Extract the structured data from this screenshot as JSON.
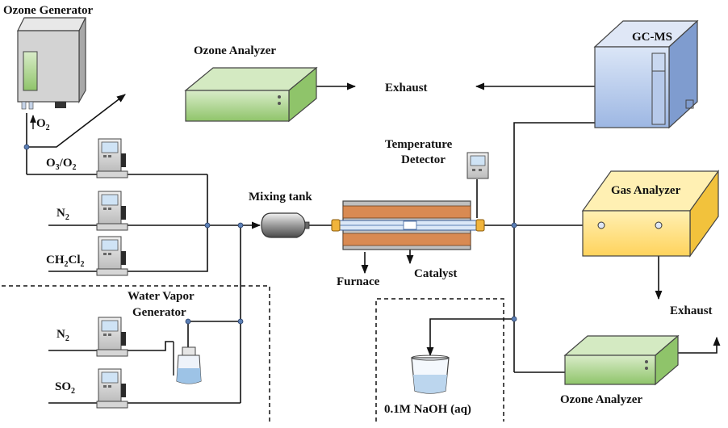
{
  "labels": {
    "ozone_generator": "Ozone Generator",
    "o2": "O",
    "o2_sub": "2",
    "ozone_analyzer_top": "Ozone Analyzer",
    "exhaust_top": "Exhaust",
    "gcms": "GC-MS",
    "o3o2_a": "O",
    "o3o2_sub1": "3",
    "o3o2_b": "/O",
    "o3o2_sub2": "2",
    "temp_detector_line1": "Temperature",
    "temp_detector_line2": "Detector",
    "n2_top": "N",
    "n2_top_sub": "2",
    "mixing_tank": "Mixing tank",
    "gas_analyzer": "Gas Analyzer",
    "ch2cl2_a": "CH",
    "ch2cl2_sub1": "2",
    "ch2cl2_b": "Cl",
    "ch2cl2_sub2": "2",
    "catalyst": "Catalyst",
    "furnace": "Furnace",
    "water_vapor_line1": "Water Vapor",
    "water_vapor_line2": "Generator",
    "exhaust_right": "Exhaust",
    "n2_bottom": "N",
    "n2_bottom_sub": "2",
    "so2": "SO",
    "so2_sub": "2",
    "naoh": "0.1M NaOH (aq)",
    "ozone_analyzer_bottom": "Ozone Analyzer"
  },
  "colors": {
    "line": "#111111",
    "generator_body": "#d3d3d3",
    "generator_window": "#8fc46a",
    "analyzer_green": "#a9d18e",
    "gcms_blue": "#a8c0e8",
    "gas_analyzer_yellow": "#ffd966",
    "furnace_orange": "#d98a52",
    "tube_blue": "#8fb2e0",
    "fitting_gold": "#f0b43c",
    "controller_gray": "#d9d9d9",
    "controller_screen": "#cfe3f5",
    "water_blue": "#9dc3e6"
  },
  "icons": [
    "ozone-generator-icon",
    "ozone-analyzer-icon",
    "gc-ms-icon",
    "mass-flow-controller-icon",
    "mixing-tank-icon",
    "furnace-icon",
    "temperature-detector-icon",
    "gas-analyzer-icon",
    "water-vapor-generator-icon",
    "naoh-beaker-icon"
  ]
}
